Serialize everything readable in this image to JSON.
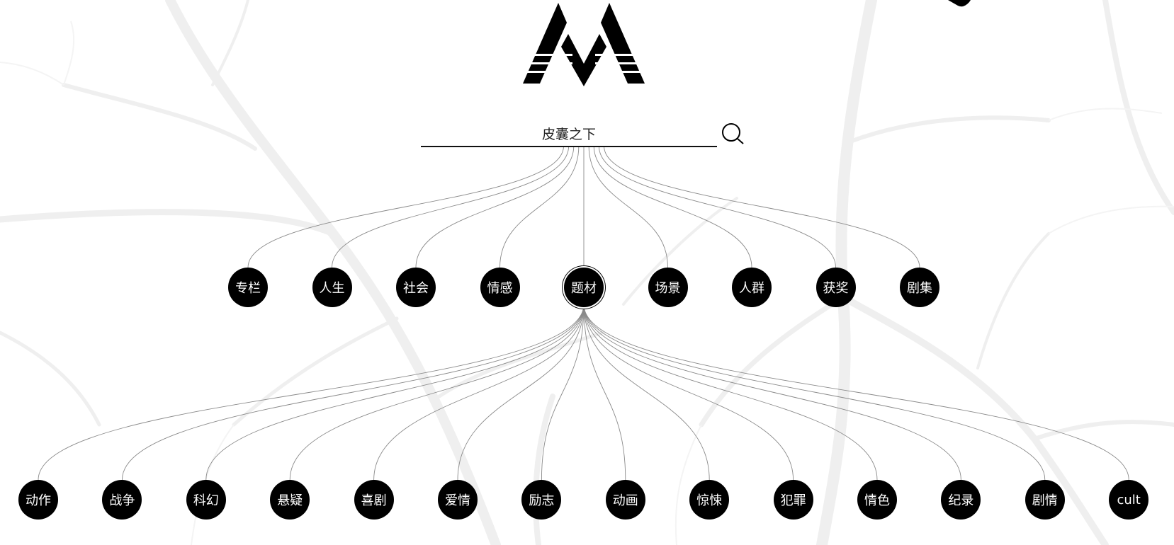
{
  "search": {
    "value": "皮囊之下",
    "placeholder": ""
  },
  "category_nodes": [
    {
      "id": "c1",
      "label": "专栏"
    },
    {
      "id": "c2",
      "label": "人生"
    },
    {
      "id": "c3",
      "label": "社会"
    },
    {
      "id": "c4",
      "label": "情感"
    },
    {
      "id": "c5",
      "label": "题材",
      "active": true
    },
    {
      "id": "c6",
      "label": "场景"
    },
    {
      "id": "c7",
      "label": "人群"
    },
    {
      "id": "c8",
      "label": "获奖"
    },
    {
      "id": "c9",
      "label": "剧集"
    }
  ],
  "genre_nodes": [
    {
      "id": "g1",
      "label": "动作"
    },
    {
      "id": "g2",
      "label": "战争"
    },
    {
      "id": "g3",
      "label": "科幻"
    },
    {
      "id": "g4",
      "label": "悬疑"
    },
    {
      "id": "g5",
      "label": "喜剧"
    },
    {
      "id": "g6",
      "label": "爱情"
    },
    {
      "id": "g7",
      "label": "励志"
    },
    {
      "id": "g8",
      "label": "动画"
    },
    {
      "id": "g9",
      "label": "惊悚"
    },
    {
      "id": "g10",
      "label": "犯罪"
    },
    {
      "id": "g11",
      "label": "情色"
    },
    {
      "id": "g12",
      "label": "纪录"
    },
    {
      "id": "g13",
      "label": "剧情"
    },
    {
      "id": "g14",
      "label": "cult"
    }
  ],
  "colors": {
    "node_fill": "#000000",
    "node_text": "#ffffff",
    "link_stroke": "#8a8a8a",
    "background": "#ffffff",
    "background_branches": "#ededed"
  },
  "icons": {
    "logo": "mountain-m-logo",
    "search": "search-icon"
  }
}
